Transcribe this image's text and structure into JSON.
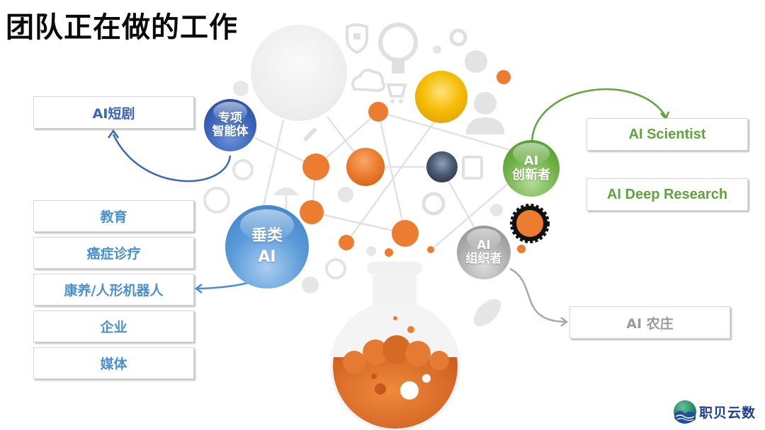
{
  "title": "团队正在做的工作",
  "colors": {
    "orange": "#ec7c30",
    "blue_dark": "#3a66b8",
    "blue": "#4a8fd0",
    "green": "#5ea53a",
    "gray": "#9a9a9a",
    "yellow": "#f5b800",
    "navy": "#44546a"
  },
  "hubs": {
    "specialized_agent": {
      "line1": "专项",
      "line2": "智能体"
    },
    "vertical_ai": {
      "line1": "垂类",
      "line2": "AI"
    },
    "ai_innovator": {
      "line1": "AI",
      "line2": "创新者"
    },
    "ai_organizer": {
      "line1": "AI",
      "line2": "组织者"
    }
  },
  "left_top_box": {
    "label": "AI短剧"
  },
  "vertical_items": [
    {
      "label": "教育"
    },
    {
      "label": "癌症诊疗"
    },
    {
      "label": "康养/人形机器人"
    },
    {
      "label": "企业"
    },
    {
      "label": "媒体"
    }
  ],
  "innovator_items": [
    {
      "label": "AI Scientist"
    },
    {
      "label": "AI Deep Research"
    }
  ],
  "organizer_items": [
    {
      "label": "AI 农庄"
    }
  ],
  "logo": {
    "text": "职贝云数"
  },
  "decor_icons": [
    "lock-shield-icon",
    "lightbulb-icon",
    "gear-icon",
    "paw-icon",
    "brain-head-icon",
    "cloud-icon",
    "cart-icon",
    "person-icon",
    "wrench-icon",
    "document-icon",
    "alarm-clock-icon",
    "skull-icon",
    "umbrella-icon",
    "smiley-icon",
    "football-icon",
    "flask-icon"
  ]
}
